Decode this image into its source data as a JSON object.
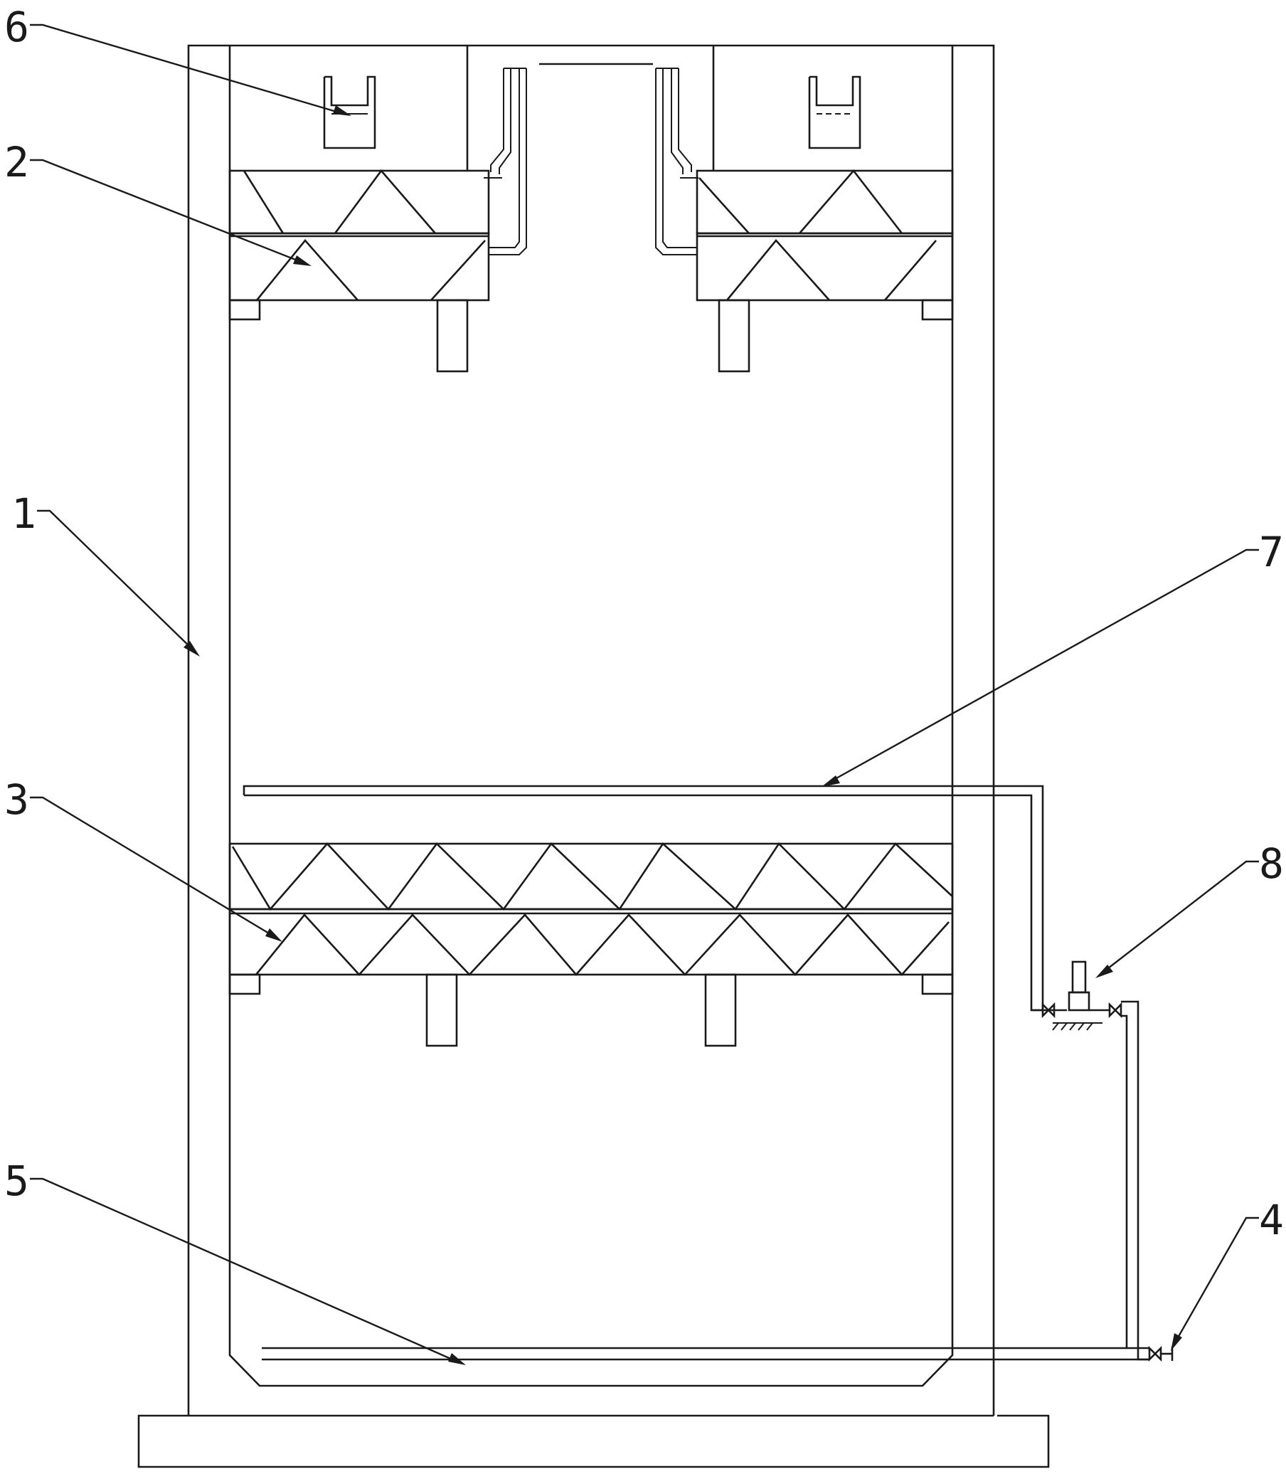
{
  "callouts": [
    {
      "id": "callout-1",
      "text": "1"
    },
    {
      "id": "callout-2",
      "text": "2"
    },
    {
      "id": "callout-3",
      "text": "3"
    },
    {
      "id": "callout-4",
      "text": "4"
    },
    {
      "id": "callout-5",
      "text": "5"
    },
    {
      "id": "callout-6",
      "text": "6"
    },
    {
      "id": "callout-7",
      "text": "7"
    },
    {
      "id": "callout-8",
      "text": "8"
    }
  ]
}
